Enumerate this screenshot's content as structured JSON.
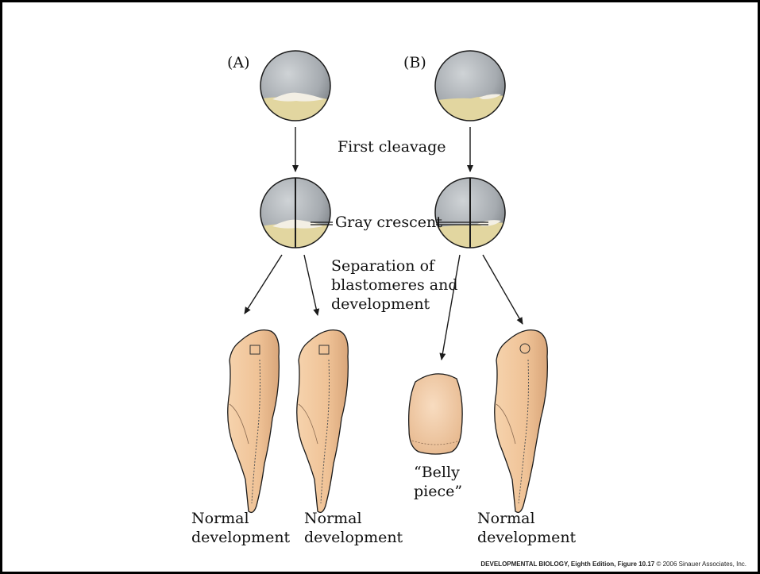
{
  "panel_a": {
    "label": "(A)"
  },
  "panel_b": {
    "label": "(B)"
  },
  "labels": {
    "first_cleavage": "First cleavage",
    "gray_crescent": "Gray crescent",
    "separation": "Separation of\nblastomeres and\ndevelopment",
    "normal_a1": "Normal\ndevelopment",
    "normal_a2": "Normal\ndevelopment",
    "belly_piece": "“Belly\npiece”",
    "normal_b": "Normal\ndevelopment"
  },
  "caption": {
    "title": "DEVELOPMENTAL BIOLOGY, Eighth Edition,",
    "figure": "Figure 10.17",
    "credit": "© 2006 Sinauer Associates, Inc."
  },
  "colors": {
    "animal_pole": "#a9aeb3",
    "vegetal_yolk": "#e2d6a0",
    "embryo_skin": "#f1c9a0",
    "gray_crescent": "#f3efe4",
    "stroke": "#1a1a1a"
  }
}
